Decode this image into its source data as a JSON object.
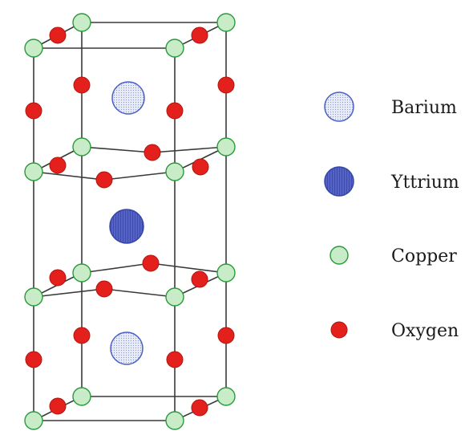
{
  "colors": {
    "barium_fill": "#e8ecf6",
    "barium_stroke": "#4a5fc8",
    "yttrium_fill": "#5563c4",
    "yttrium_stroke": "#3545a8",
    "copper_fill": "#c8ecc8",
    "copper_stroke": "#2a9a3a",
    "oxygen_fill": "#e4201c",
    "oxygen_stroke": "#b01410",
    "edge": "#3a3a3a"
  },
  "legend": [
    {
      "label": "Barium",
      "atom": "barium"
    },
    {
      "label": "Yttrium",
      "atom": "yttrium"
    },
    {
      "label": "Copper",
      "atom": "copper"
    },
    {
      "label": "Oxygen",
      "atom": "oxygen"
    }
  ]
}
